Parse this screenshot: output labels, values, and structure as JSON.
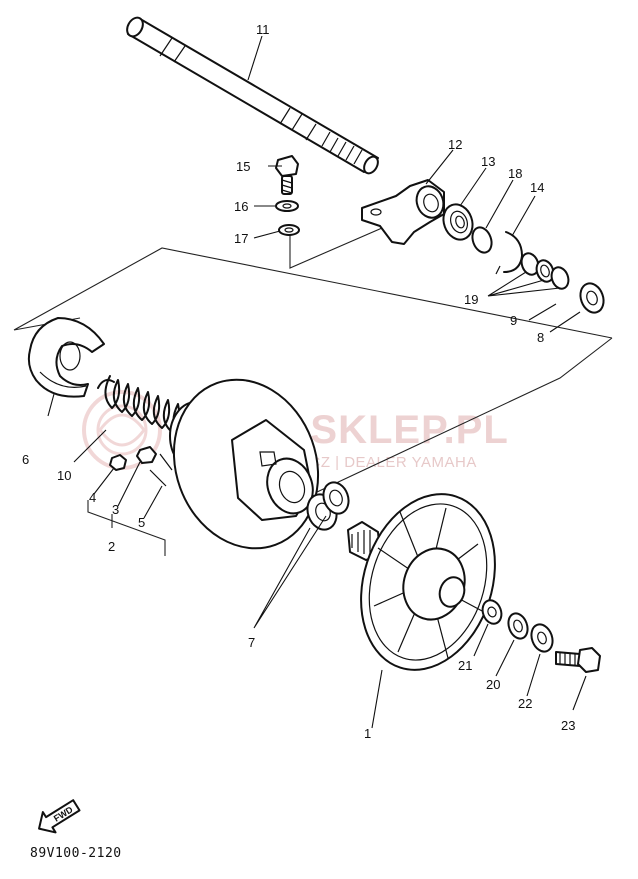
{
  "watermark": {
    "title": "YAMA-SKLEP.PL",
    "subtitle": "WOJCIECHOWICZ | DEALER YAMAHA",
    "color": "#e8c4c4"
  },
  "callouts": {
    "c1": "1",
    "c2": "2",
    "c3": "3",
    "c4": "4",
    "c5": "5",
    "c6": "6",
    "c7": "7",
    "c8": "8",
    "c9": "9",
    "c10": "10",
    "c11": "11",
    "c12": "12",
    "c13": "13",
    "c14": "14",
    "c15": "15",
    "c16": "16",
    "c17": "17",
    "c18": "18",
    "c19": "19",
    "c20": "20",
    "c21": "21",
    "c22": "22",
    "c23": "23"
  },
  "fwd_label": "FWD",
  "diagram_code": "89V100-2120"
}
